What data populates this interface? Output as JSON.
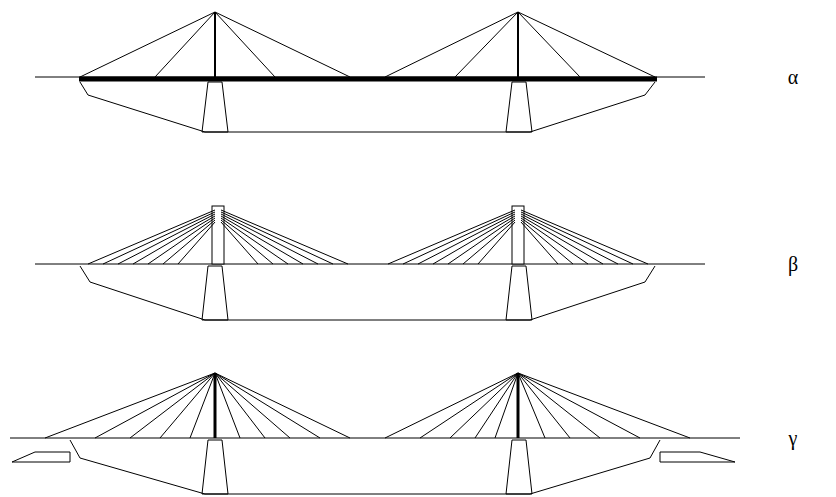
{
  "diagram": {
    "labels": [
      "α",
      "β",
      "γ"
    ]
  }
}
